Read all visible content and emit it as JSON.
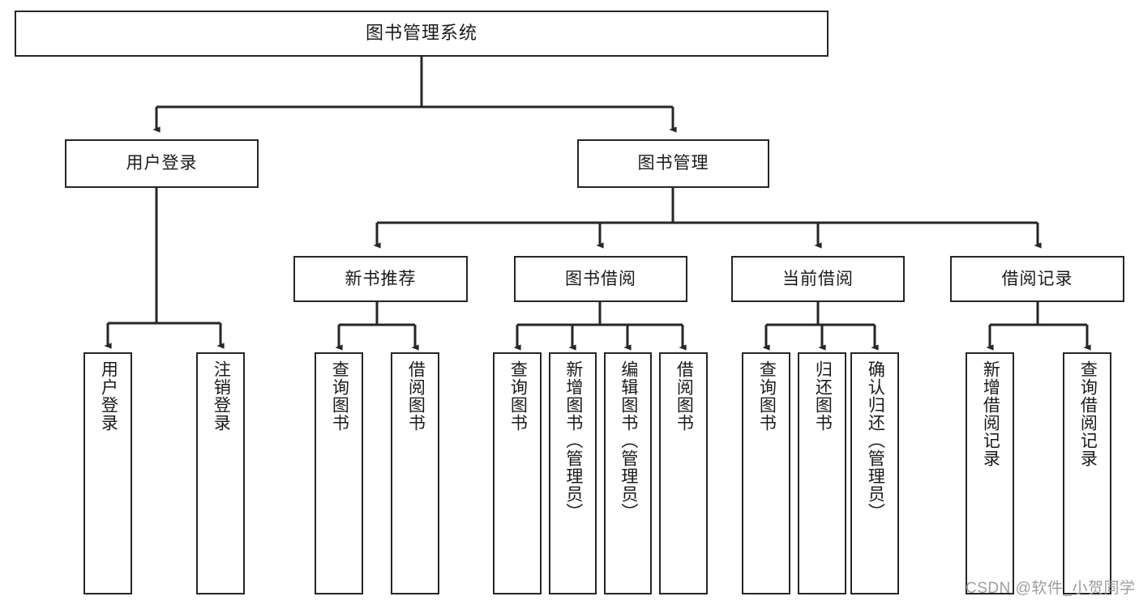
{
  "diagram": {
    "title_text": "图书管理系统",
    "stroke_color": "#262626",
    "background_color": "#ffffff",
    "watermark": "CSDN @软件_小贺同学",
    "nodes": {
      "root": {
        "label": "图书管理系统"
      },
      "level2": [
        {
          "id": "user-login",
          "label": "用户登录"
        },
        {
          "id": "book-management",
          "label": "图书管理"
        }
      ],
      "level3": [
        {
          "id": "new-book-recommend",
          "label": "新书推荐"
        },
        {
          "id": "book-borrow",
          "label": "图书借阅"
        },
        {
          "id": "current-borrow",
          "label": "当前借阅"
        },
        {
          "id": "borrow-record",
          "label": "借阅记录"
        }
      ],
      "leaves": {
        "user_login": [
          {
            "id": "leaf-user-login",
            "label": "用户登录"
          },
          {
            "id": "leaf-logout",
            "label": "注销登录"
          }
        ],
        "new_book_recommend": [
          {
            "id": "leaf-query-book-1",
            "label": "查询图书"
          },
          {
            "id": "leaf-borrow-book-1",
            "label": "借阅图书"
          }
        ],
        "book_borrow": [
          {
            "id": "leaf-query-book-2",
            "label": "查询图书"
          },
          {
            "id": "leaf-add-book",
            "label": "新增图书（管理员）"
          },
          {
            "id": "leaf-edit-book",
            "label": "编辑图书（管理员）"
          },
          {
            "id": "leaf-borrow-book-2",
            "label": "借阅图书"
          }
        ],
        "current_borrow": [
          {
            "id": "leaf-query-book-3",
            "label": "查询图书"
          },
          {
            "id": "leaf-return-book",
            "label": "归还图书"
          },
          {
            "id": "leaf-confirm-return",
            "label": "确认归还（管理员）"
          }
        ],
        "borrow_record": [
          {
            "id": "leaf-add-record",
            "label": "新增借阅记录"
          },
          {
            "id": "leaf-query-record",
            "label": "查询借阅记录"
          }
        ]
      }
    }
  }
}
